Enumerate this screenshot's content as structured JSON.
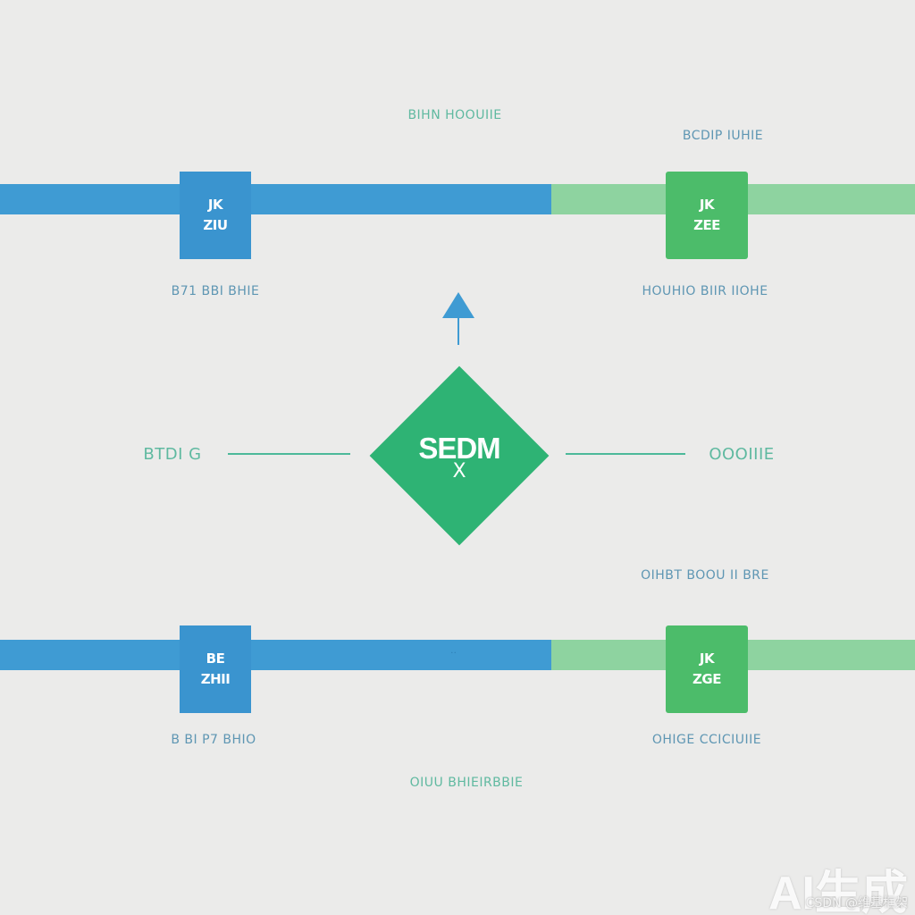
{
  "colors": {
    "background": "#ebebea",
    "blue": "#3f9bd3",
    "green": "#4cbc6a",
    "light_green": "#8ed3a0",
    "diamond_green": "#2eb374"
  },
  "labels": {
    "top_center": "BIHN HOOUIIE",
    "top_right": "BCDIP IUHIE",
    "node_tl_caption": "B71 BBI BHIE",
    "node_tr_caption": "HOUHIO BIIR IIOHE",
    "mid_left": "BTDI G",
    "mid_right": "OOOIIIE",
    "lower_right": "OIHBT BOOU II BRE",
    "node_bl_caption": "B BI P7 BHIO",
    "node_br_caption": "OHIGE CCICIUIIE",
    "bottom_center": "OIUU BHIEIRBBIE"
  },
  "nodes": {
    "top_left": {
      "line1": "JK",
      "line2": "ZIU"
    },
    "top_right": {
      "line1": "JK",
      "line2": "ZEE"
    },
    "bottom_left": {
      "line1": "BE",
      "line2": "ZHII"
    },
    "bottom_right": {
      "line1": "JK",
      "line2": "ZGE"
    }
  },
  "diamond": {
    "label": "SEDM",
    "glyph": "X"
  },
  "watermark": {
    "big": "AI生成",
    "small": "CSDN @维基框架"
  }
}
